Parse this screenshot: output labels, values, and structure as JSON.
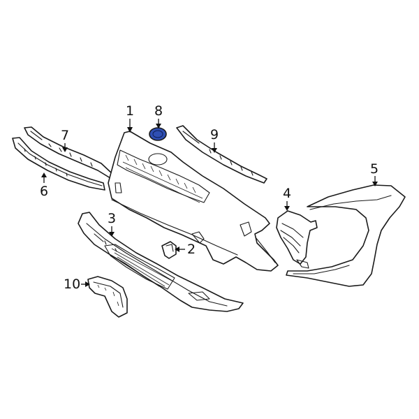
{
  "diagram": {
    "callouts": [
      {
        "id": "1",
        "label": "1"
      },
      {
        "id": "2",
        "label": "2"
      },
      {
        "id": "3",
        "label": "3"
      },
      {
        "id": "4",
        "label": "4"
      },
      {
        "id": "5",
        "label": "5"
      },
      {
        "id": "6",
        "label": "6"
      },
      {
        "id": "7",
        "label": "7"
      },
      {
        "id": "8",
        "label": "8"
      },
      {
        "id": "9",
        "label": "9"
      },
      {
        "id": "10",
        "label": "10"
      }
    ],
    "highlight_color": "#2f4fb3"
  }
}
